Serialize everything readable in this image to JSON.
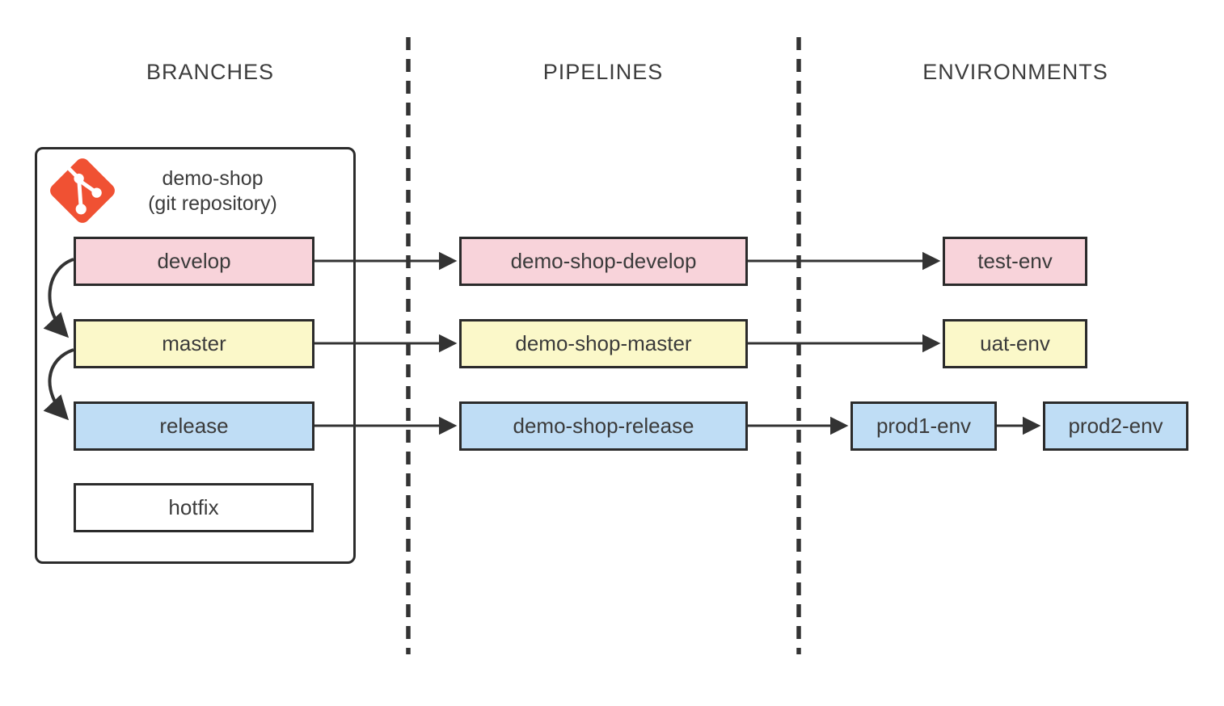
{
  "headers": {
    "branches": "BRANCHES",
    "pipelines": "PIPELINES",
    "environments": "ENVIRONMENTS"
  },
  "repo": {
    "title_line1": "demo-shop",
    "title_line2": "(git repository)",
    "icon": "git-logo-icon",
    "branches": [
      {
        "label": "develop",
        "color": "pink"
      },
      {
        "label": "master",
        "color": "yellow"
      },
      {
        "label": "release",
        "color": "blue"
      },
      {
        "label": "hotfix",
        "color": "white"
      }
    ]
  },
  "pipelines": [
    {
      "label": "demo-shop-develop",
      "color": "pink"
    },
    {
      "label": "demo-shop-master",
      "color": "yellow"
    },
    {
      "label": "demo-shop-release",
      "color": "blue"
    }
  ],
  "environments": [
    {
      "label": "test-env",
      "color": "pink"
    },
    {
      "label": "uat-env",
      "color": "yellow"
    },
    {
      "label": "prod1-env",
      "color": "blue"
    },
    {
      "label": "prod2-env",
      "color": "blue"
    }
  ],
  "connections": [
    {
      "from": "develop",
      "to": "demo-shop-develop"
    },
    {
      "from": "master",
      "to": "demo-shop-master"
    },
    {
      "from": "release",
      "to": "demo-shop-release"
    },
    {
      "from": "demo-shop-develop",
      "to": "test-env"
    },
    {
      "from": "demo-shop-master",
      "to": "uat-env"
    },
    {
      "from": "demo-shop-release",
      "to": "prod1-env"
    },
    {
      "from": "prod1-env",
      "to": "prod2-env"
    },
    {
      "from": "develop",
      "to": "master"
    },
    {
      "from": "master",
      "to": "release"
    }
  ],
  "colors": {
    "pink": "#f8d3da",
    "yellow": "#fbf8c9",
    "blue": "#bfddf5",
    "white": "#ffffff",
    "git_orange": "#f05133",
    "line": "#333333",
    "border": "#2b2b2b",
    "text": "#3b3b3b"
  }
}
